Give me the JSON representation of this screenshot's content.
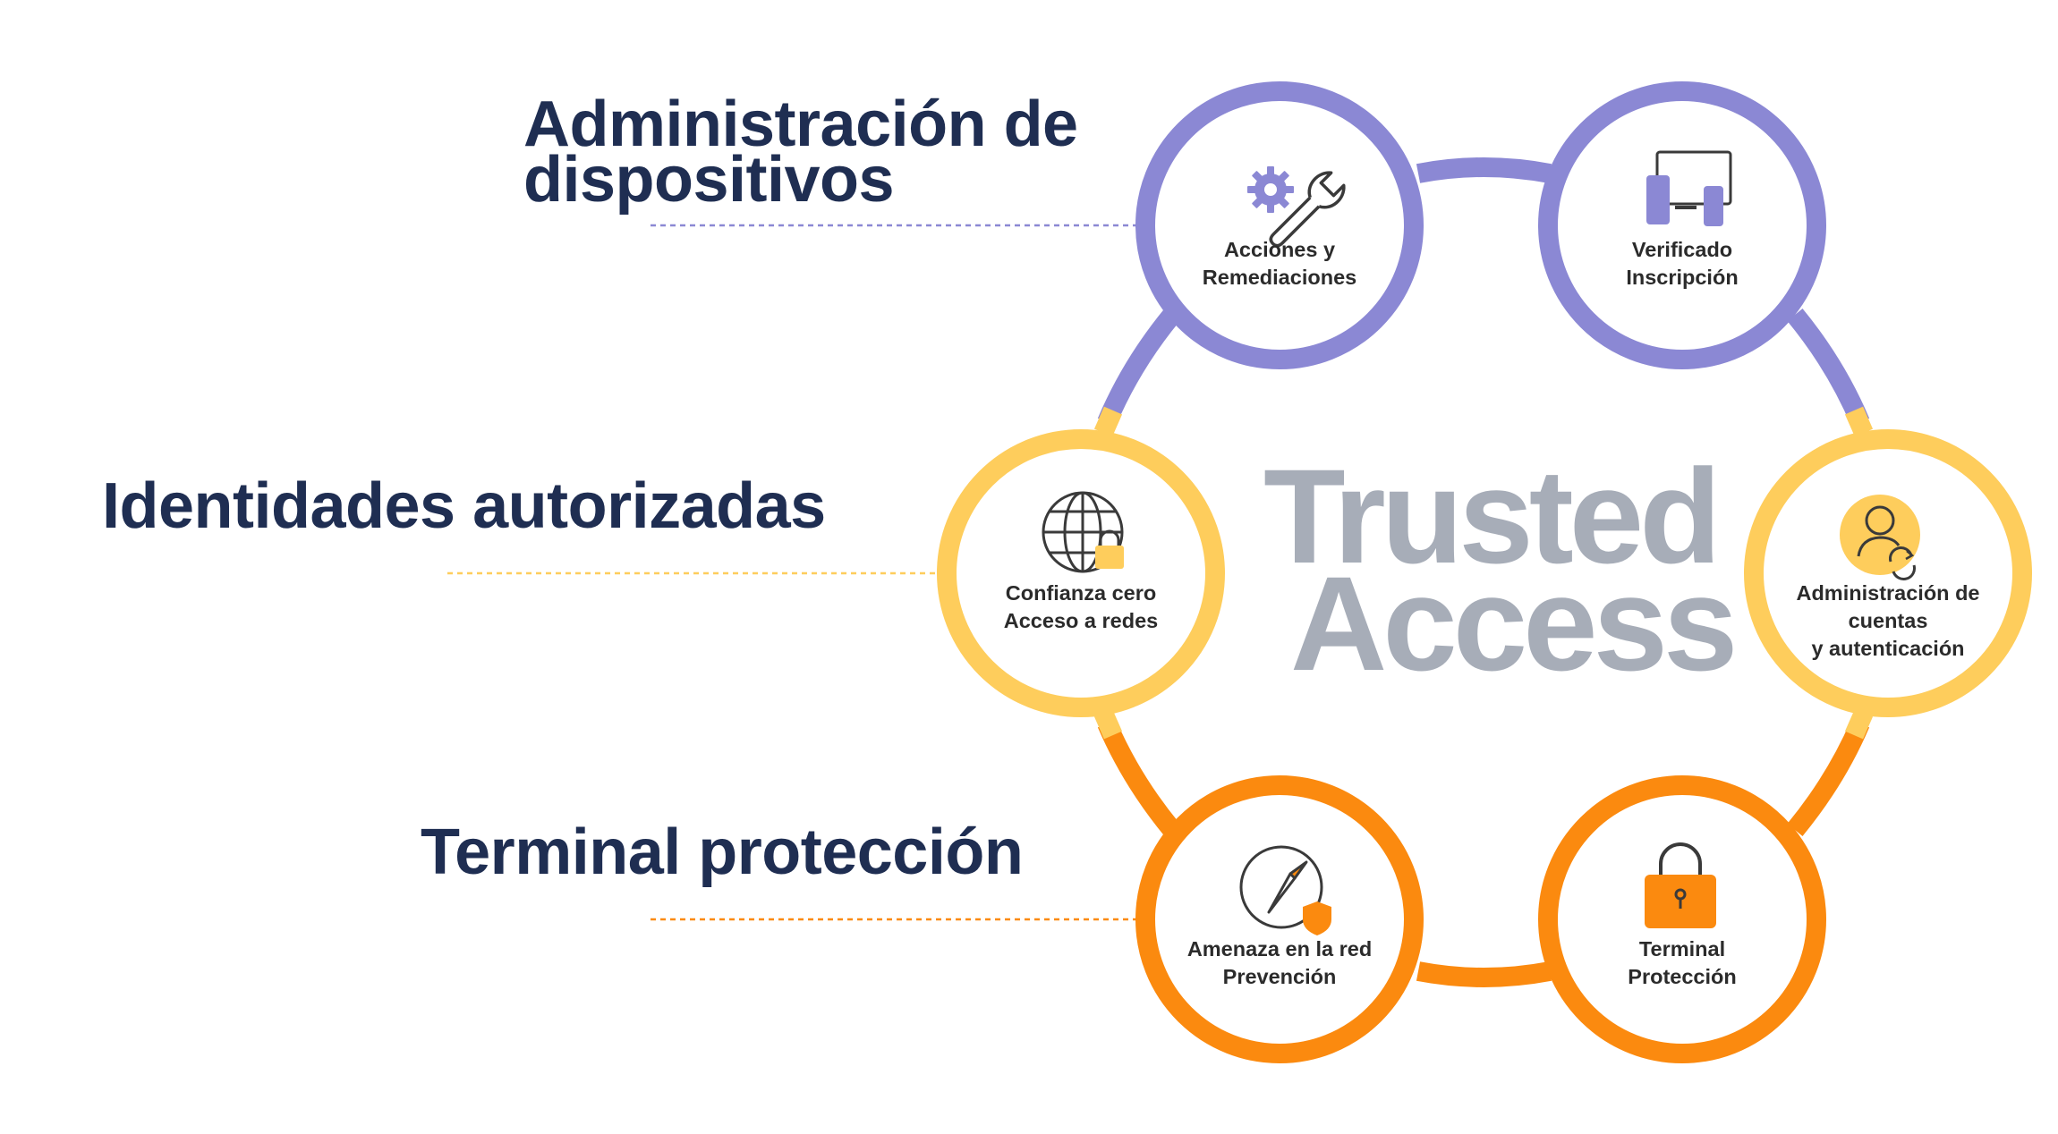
{
  "colors": {
    "purple": "#8b88d4",
    "yellow": "#fecd5c",
    "orange": "#fb8a0f",
    "title": "#1f2e52",
    "center_text": "#a7adb8",
    "icon_stroke": "#3a3a3a"
  },
  "categories": [
    {
      "id": "device",
      "lines": [
        "Administración de",
        "dispositivos"
      ],
      "color": "purple"
    },
    {
      "id": "identity",
      "lines": [
        "Identidades autorizadas"
      ],
      "color": "yellow"
    },
    {
      "id": "endpoint",
      "lines": [
        "Terminal protección"
      ],
      "color": "orange"
    }
  ],
  "center": {
    "line1": "Trusted",
    "line2": "Access"
  },
  "nodes": [
    {
      "id": "actions",
      "icon": "gear-wrench-icon",
      "lines": [
        "Acciones y",
        "Remediaciones"
      ],
      "color": "purple"
    },
    {
      "id": "enrollment",
      "icon": "devices-icon",
      "lines": [
        "Verificado",
        "Inscripción"
      ],
      "color": "purple"
    },
    {
      "id": "accounts",
      "icon": "user-sync-icon",
      "lines": [
        "Administración de",
        "cuentas",
        "y autenticación"
      ],
      "color": "yellow"
    },
    {
      "id": "endpoint",
      "icon": "padlock-icon",
      "lines": [
        "Terminal",
        "Protección"
      ],
      "color": "orange"
    },
    {
      "id": "threat",
      "icon": "compass-shield-icon",
      "lines": [
        "Amenaza en la red",
        "Prevención"
      ],
      "color": "orange"
    },
    {
      "id": "zerotrust",
      "icon": "globe-lock-icon",
      "lines": [
        "Confianza cero",
        "Acceso a redes"
      ],
      "color": "yellow"
    }
  ]
}
